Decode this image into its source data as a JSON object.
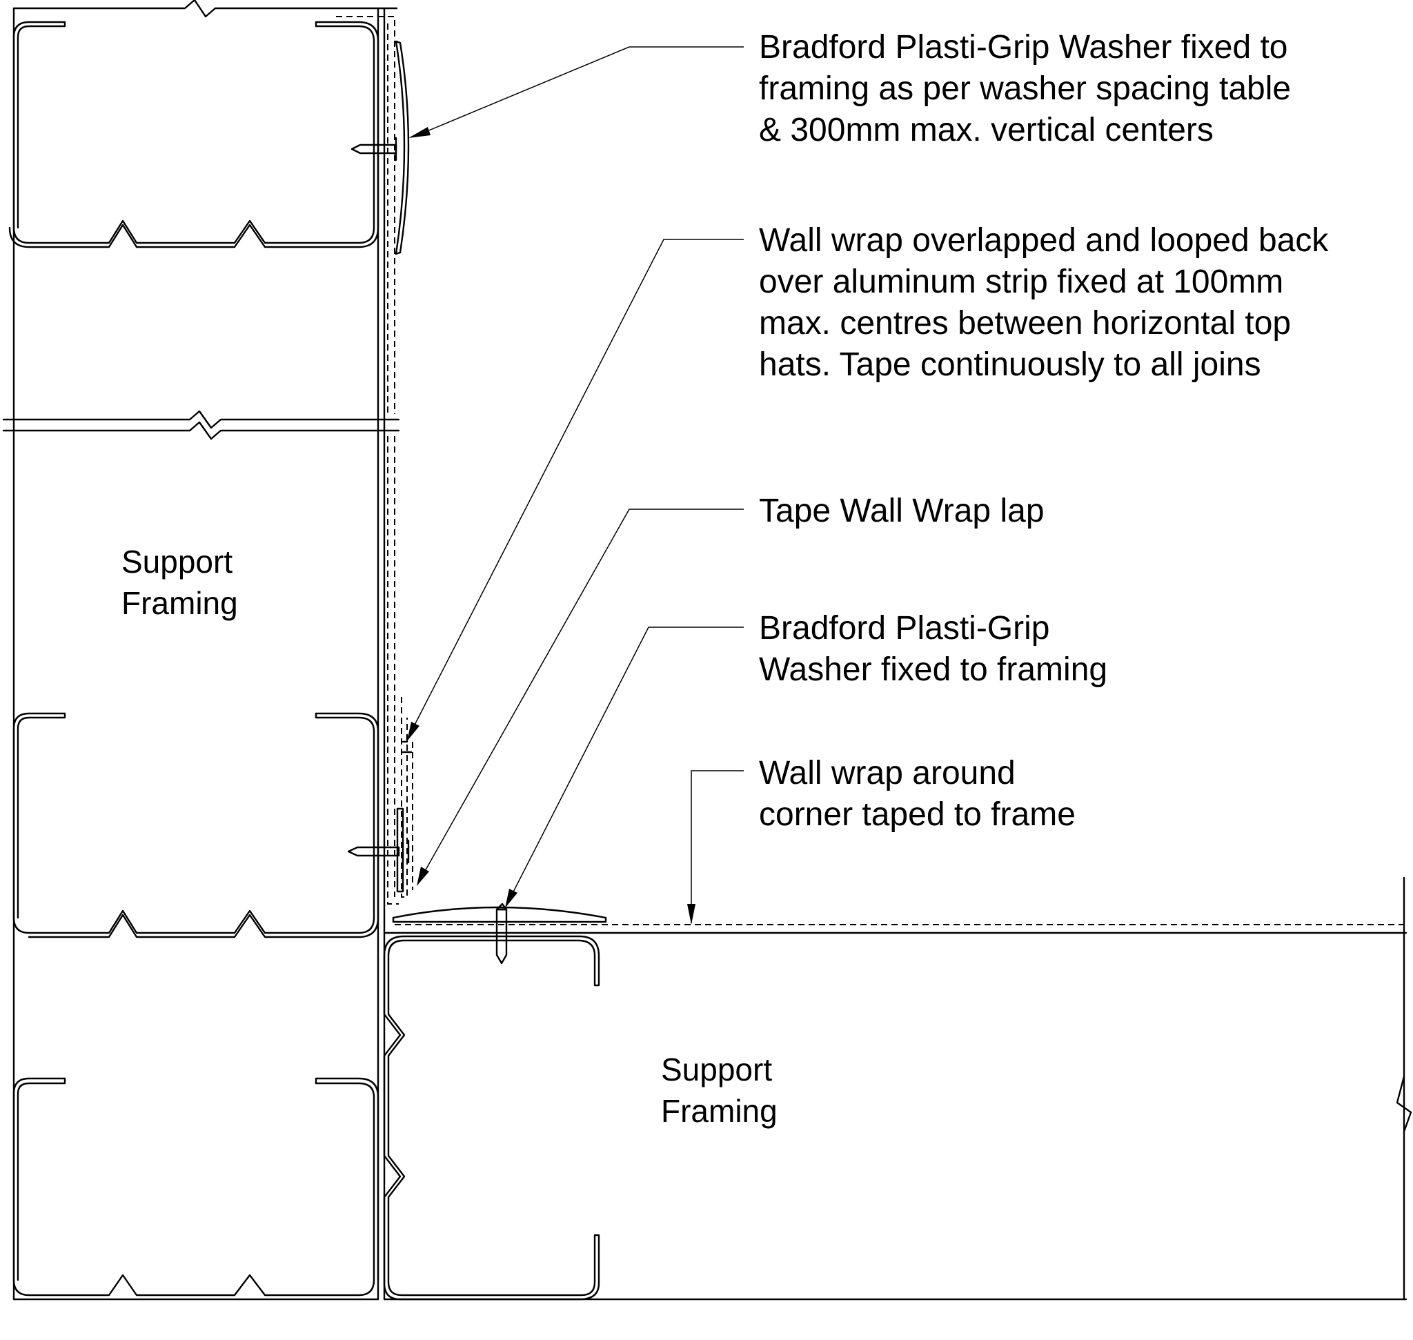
{
  "diagram": {
    "frame_labels": [
      {
        "lines": [
          "Support",
          "Framing"
        ]
      },
      {
        "lines": [
          "Support",
          "Framing"
        ]
      }
    ],
    "callouts": [
      {
        "lines": [
          "Bradford Plasti-Grip Washer fixed to",
          "framing as per washer spacing table",
          "& 300mm max. vertical centers"
        ]
      },
      {
        "lines": [
          "Wall wrap overlapped and looped back",
          "over aluminum strip fixed at 100mm",
          "max. centres between horizontal top",
          "hats. Tape continuously to all joins"
        ]
      },
      {
        "lines": [
          "Tape Wall Wrap lap"
        ]
      },
      {
        "lines": [
          "Bradford Plasti-Grip",
          "Washer fixed to framing"
        ]
      },
      {
        "lines": [
          "Wall wrap around",
          "corner taped to frame"
        ]
      }
    ]
  }
}
